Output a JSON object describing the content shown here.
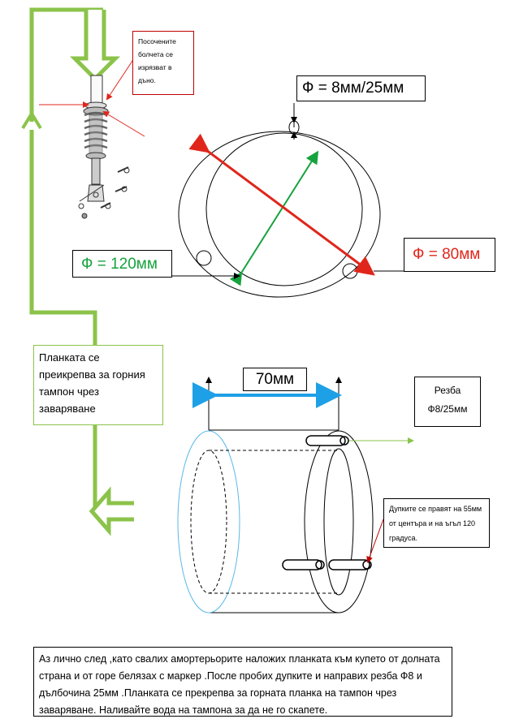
{
  "notes": {
    "bolts": "Посочените болчета се изрязват в дъно.",
    "plate": "Планката се преикрепва за горния тампон чрез заваряване",
    "holes": "Дупките се правят на 55мм от центъра  и на ъгъл 120 градуса.",
    "bottom": "Аз лично след ,като свалих амортерьорите наложих планката  към купето от долната страна и от горе белязах с маркер .После  пробих дупките и направих резба Ф8 и дълбочина 25мм  .Планката се прекрепва за горната планка на тампон чрез заваряване. Наливайте вода на тампона за да не го скапете."
  },
  "labels": {
    "phi_bolt": "Ф = 8мм/25мм",
    "phi_outer": "Ф = 120мм",
    "phi_inner": "Ф = 80мм",
    "length": "70мм",
    "thread": "Резба Ф8/25мм"
  },
  "colors": {
    "green_arrow": "#8bc34a",
    "dimension_green": "#16a23d",
    "dimension_red": "#e0261b",
    "dimension_blue": "#1ea0e6",
    "cylinder_edge": "#5bb8e8"
  }
}
